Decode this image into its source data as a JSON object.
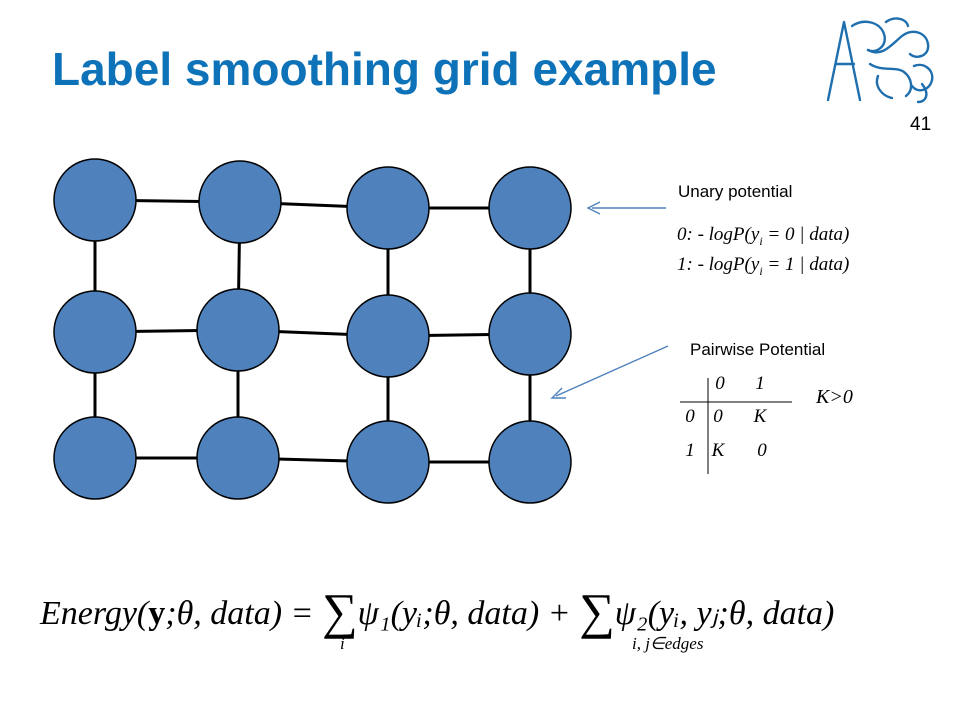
{
  "slide": {
    "title": "Label smoothing grid example",
    "number": "41",
    "logo": "CTU lion logo"
  },
  "unary": {
    "heading": "Unary potential",
    "line0_prefix": "0: - logP(y",
    "line0_sub": "i",
    "line0_suffix": " = 0 | data)",
    "line1_prefix": "1: - logP(y",
    "line1_sub": "i",
    "line1_suffix": " = 1 | data)"
  },
  "pairwise": {
    "heading": "Pairwise Potential",
    "col_headers": [
      "0",
      "1"
    ],
    "rows": [
      {
        "label": "0",
        "cells": [
          "0",
          "K"
        ]
      },
      {
        "label": "1",
        "cells": [
          "K",
          "0"
        ]
      }
    ],
    "condition": "K>0"
  },
  "energy": {
    "lhs": "Energy(",
    "lhs_y": "y",
    "lhs_rest": ";θ, data) = ",
    "term1": "ψ₁(yᵢ;θ, data) + ",
    "term2": "ψ₂(yᵢ, yⱼ;θ, data)",
    "sum1_index": "i",
    "sum2_index": "i, j∈edges"
  },
  "grid": {
    "rows": 3,
    "cols": 4,
    "node_color": "#4f81bd",
    "node_stroke": "#000000",
    "edge_color": "#000000"
  },
  "arrow_color": "#4f81bd"
}
